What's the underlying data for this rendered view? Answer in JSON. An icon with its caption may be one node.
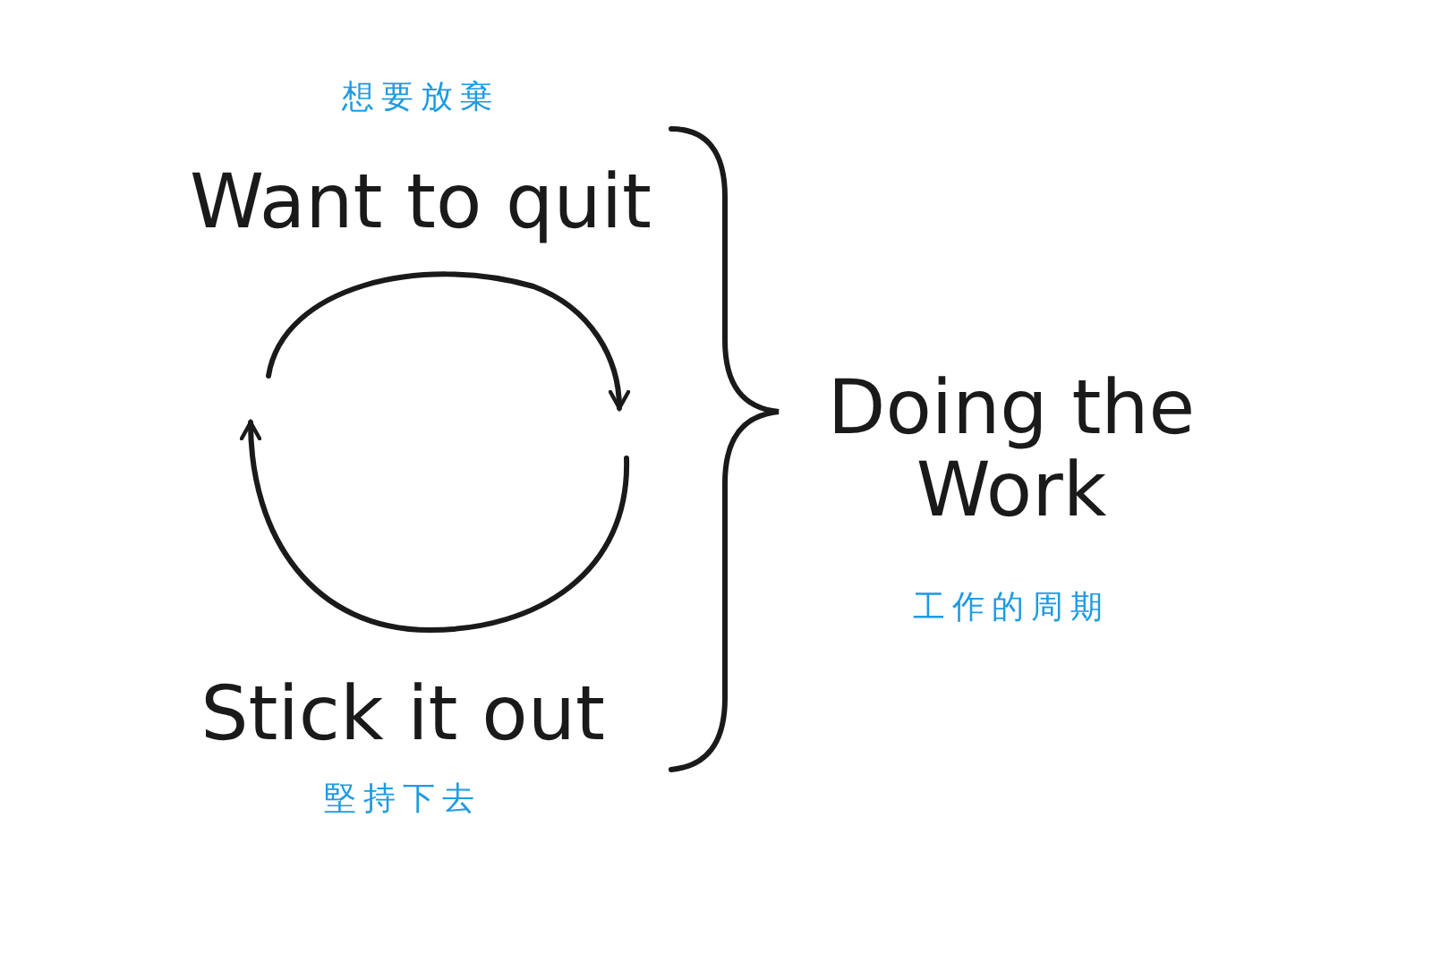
{
  "diagram": {
    "nodes": [
      {
        "text": [
          "想要放棄",
          "Want to quit"
        ]
      },
      {
        "text": [
          "Stick it out",
          "堅持下去"
        ]
      },
      {
        "text": [
          "Doing the Work",
          "工作的周期"
        ]
      }
    ]
  }
}
